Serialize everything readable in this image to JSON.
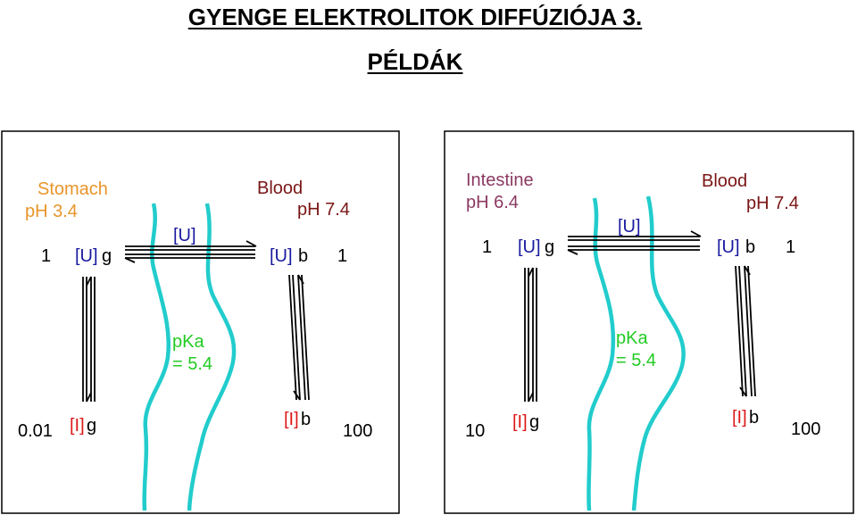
{
  "title": "GYENGE ELEKTROLITOK DIFFÚZIÓJA 3.",
  "subtitle": "PÉLDÁK",
  "colors": {
    "membrane": "#22cccc",
    "compartment_label": "#e8952a",
    "intestine_label": "#8b3a62",
    "blood_label": "#7a1515",
    "unionized": "#1a1aa0",
    "ionized": "#dd1a1a",
    "pka": "#22cc22",
    "text": "#000000",
    "panel_border": "#000000"
  },
  "panels": [
    {
      "left_compartment": "Stomach",
      "left_ph": "pH 3.4",
      "right_compartment": "Blood",
      "right_ph": "pH 7.4",
      "left_u_coeff": "1",
      "left_u_label": "[U]",
      "left_u_sub": "g",
      "membrane_u_label": "[U]",
      "right_u_label": "[U]",
      "right_u_sub": "b",
      "right_u_coeff": "1",
      "pka_line1": "pKa",
      "pka_line2": "= 5.4",
      "left_i_coeff": "0.01",
      "left_i_label": "[I]",
      "left_i_sub": "g",
      "right_i_label": "[I]",
      "right_i_sub": "b",
      "right_i_coeff": "100"
    },
    {
      "left_compartment": "Intestine",
      "left_ph": "pH 6.4",
      "right_compartment": "Blood",
      "right_ph": "pH 7.4",
      "left_u_coeff": "1",
      "left_u_label": "[U]",
      "left_u_sub": "g",
      "membrane_u_label": "[U]",
      "right_u_label": "[U]",
      "right_u_sub": "b",
      "right_u_coeff": "1",
      "pka_line1": "pKa",
      "pka_line2": "= 5.4",
      "left_i_coeff": "10",
      "left_i_label": "[I]",
      "left_i_sub": "g",
      "right_i_label": "[I]",
      "right_i_sub": "b",
      "right_i_coeff": "100"
    }
  ]
}
